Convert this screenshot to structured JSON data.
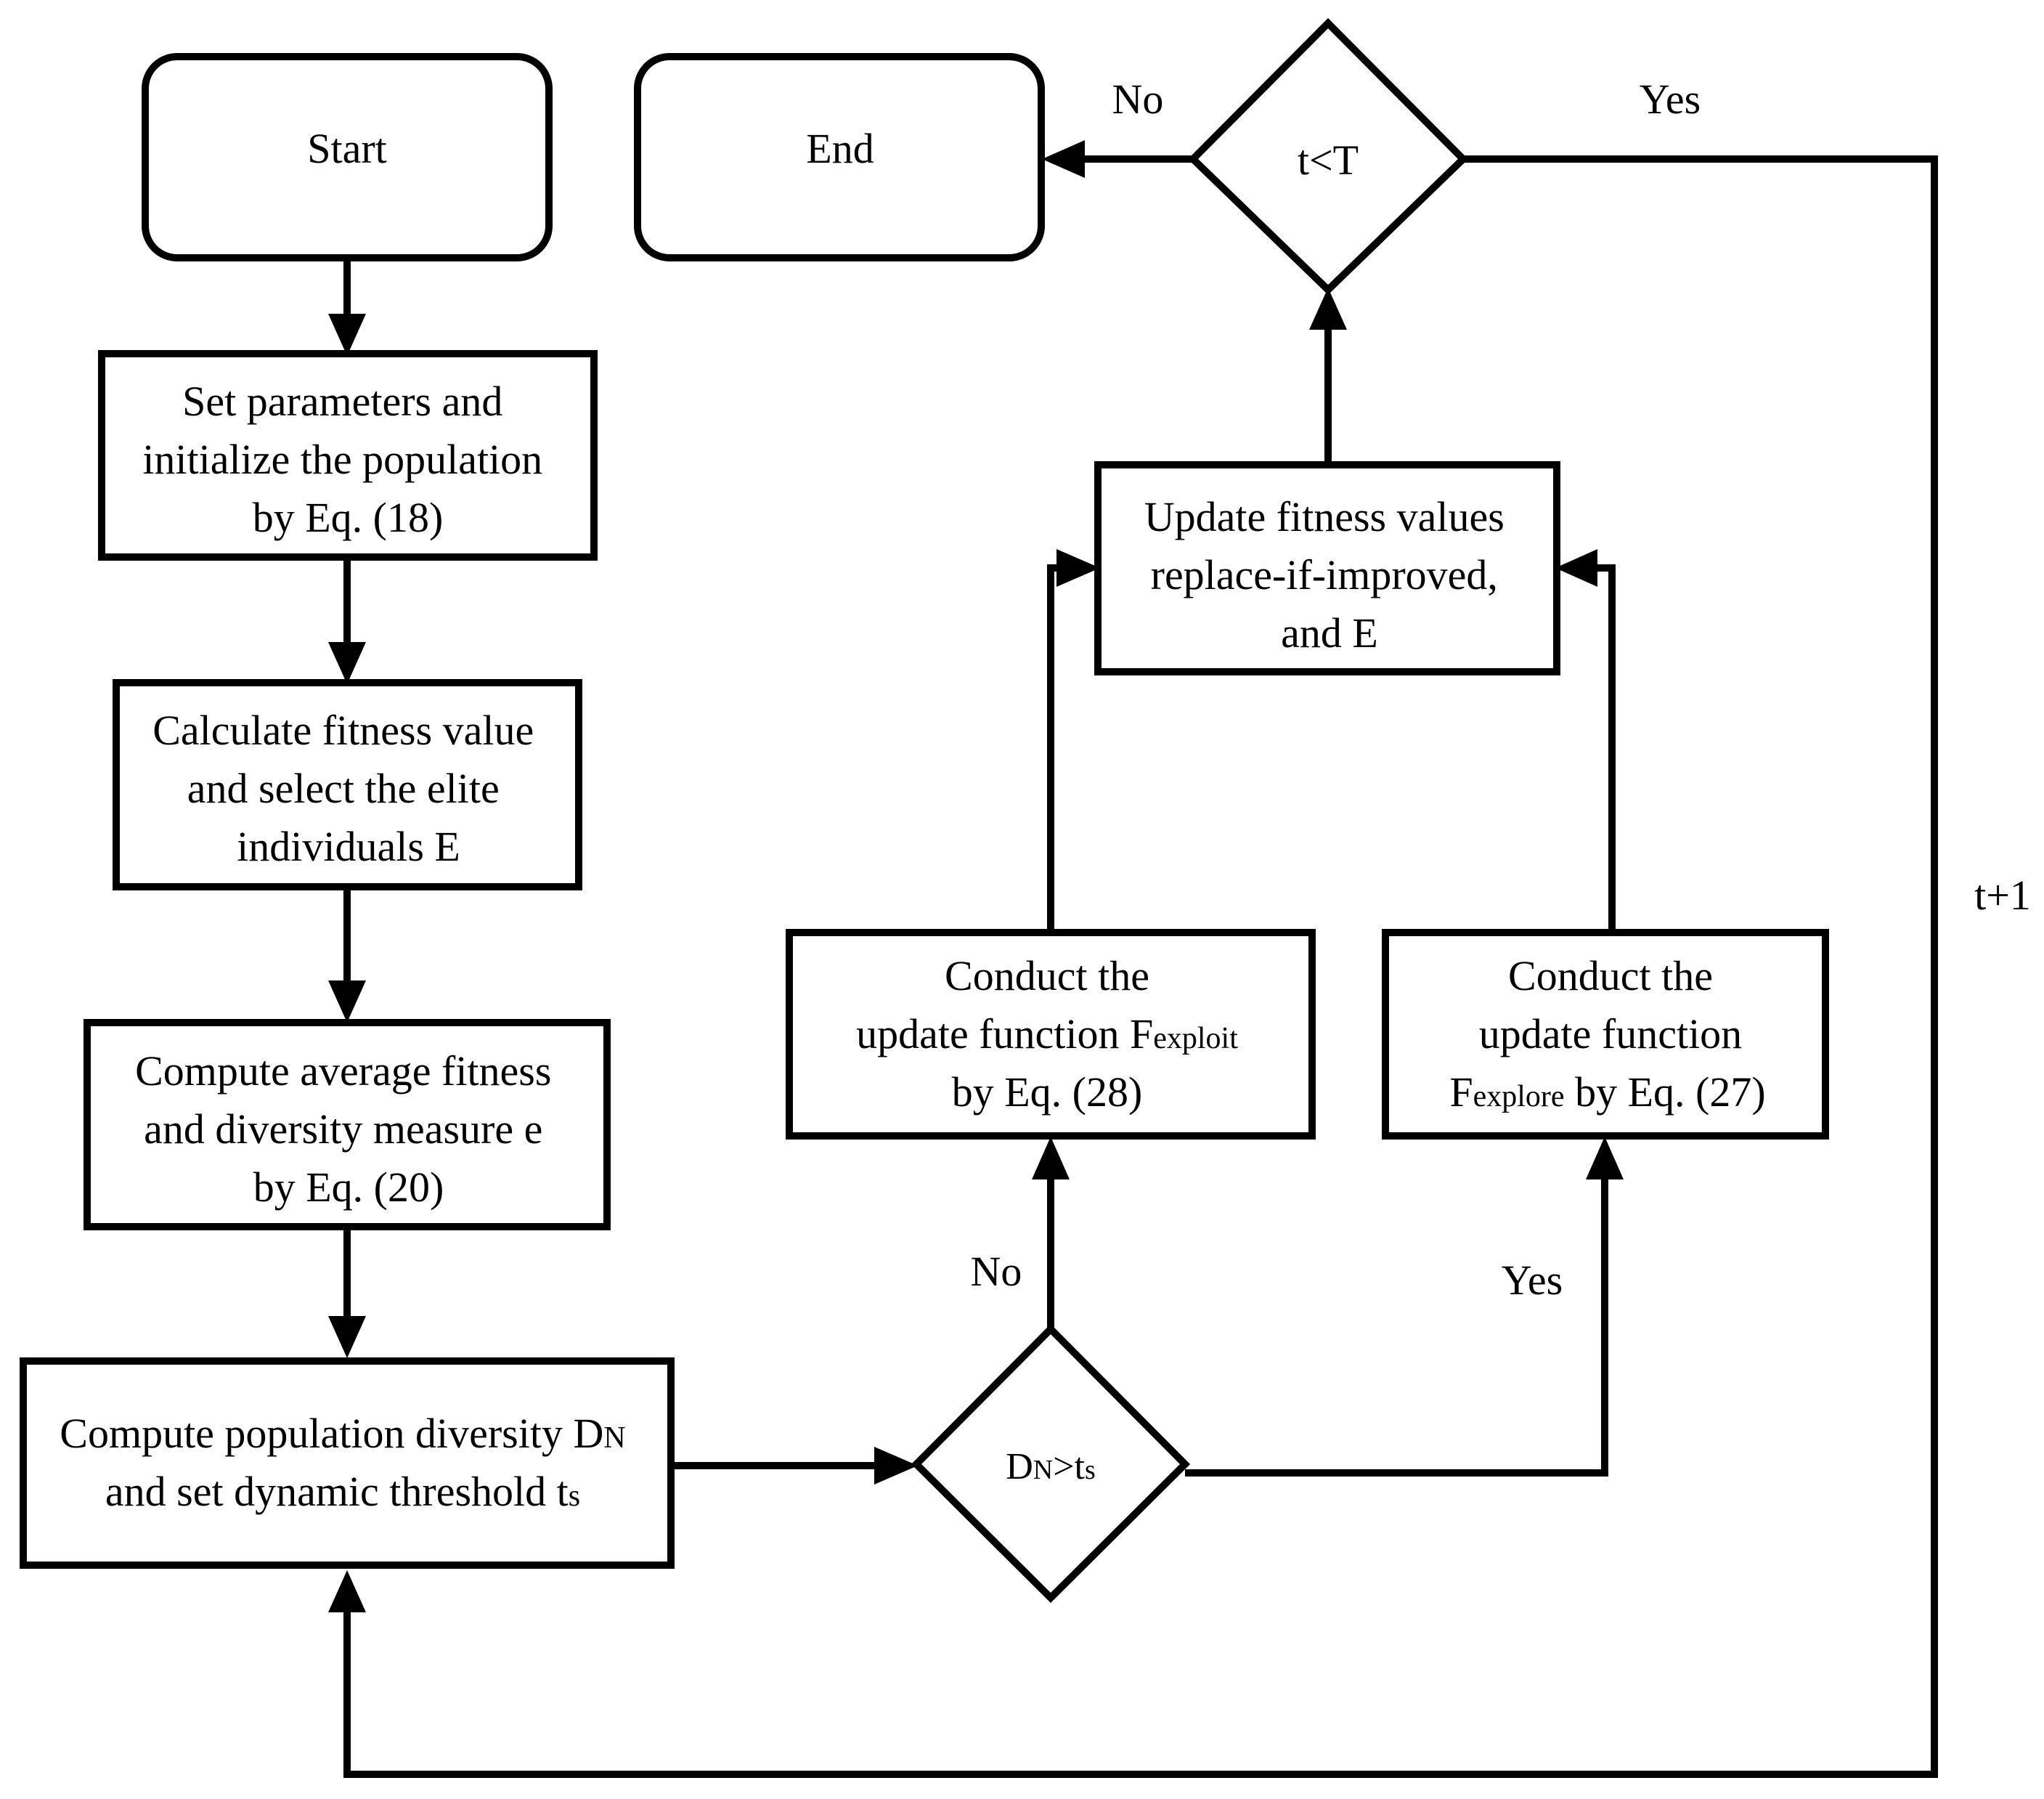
{
  "nodes": {
    "start": "Start",
    "end": "End",
    "decision_t": "t<T",
    "set_params": [
      "Set parameters and",
      "initialize the population",
      "by Eq. (18)"
    ],
    "calc_fitness": [
      "Calculate fitness value",
      "and select the  elite",
      "individuals E"
    ],
    "compute_avg": [
      "Compute average fitness",
      "and diversity measure e",
      "by Eq. (20)"
    ],
    "compute_div": {
      "line1": "Compute population diversity D",
      "line1_sub": "N",
      "line2": "and set dynamic threshold t",
      "line2_sub": "s"
    },
    "decision_d": {
      "d": "D",
      "d_sub": "N",
      "op": ">t",
      "t_sub": "s"
    },
    "exploit": {
      "line1": "Conduct the",
      "line2": "update function F",
      "line2_sub": "exploit",
      "line3": "by Eq. (28)"
    },
    "explore": {
      "line1": "Conduct the",
      "line2": "update  function",
      "line3_f": "F",
      "line3_sub": "explore",
      "line3_rest": " by Eq. (27)"
    },
    "update": [
      "Update fitness values",
      "replace-if-improved,",
      "and E"
    ]
  },
  "edge_labels": {
    "t_no": "No",
    "t_yes": "Yes",
    "loop": "t+1",
    "d_no": "No",
    "d_yes": "Yes"
  }
}
